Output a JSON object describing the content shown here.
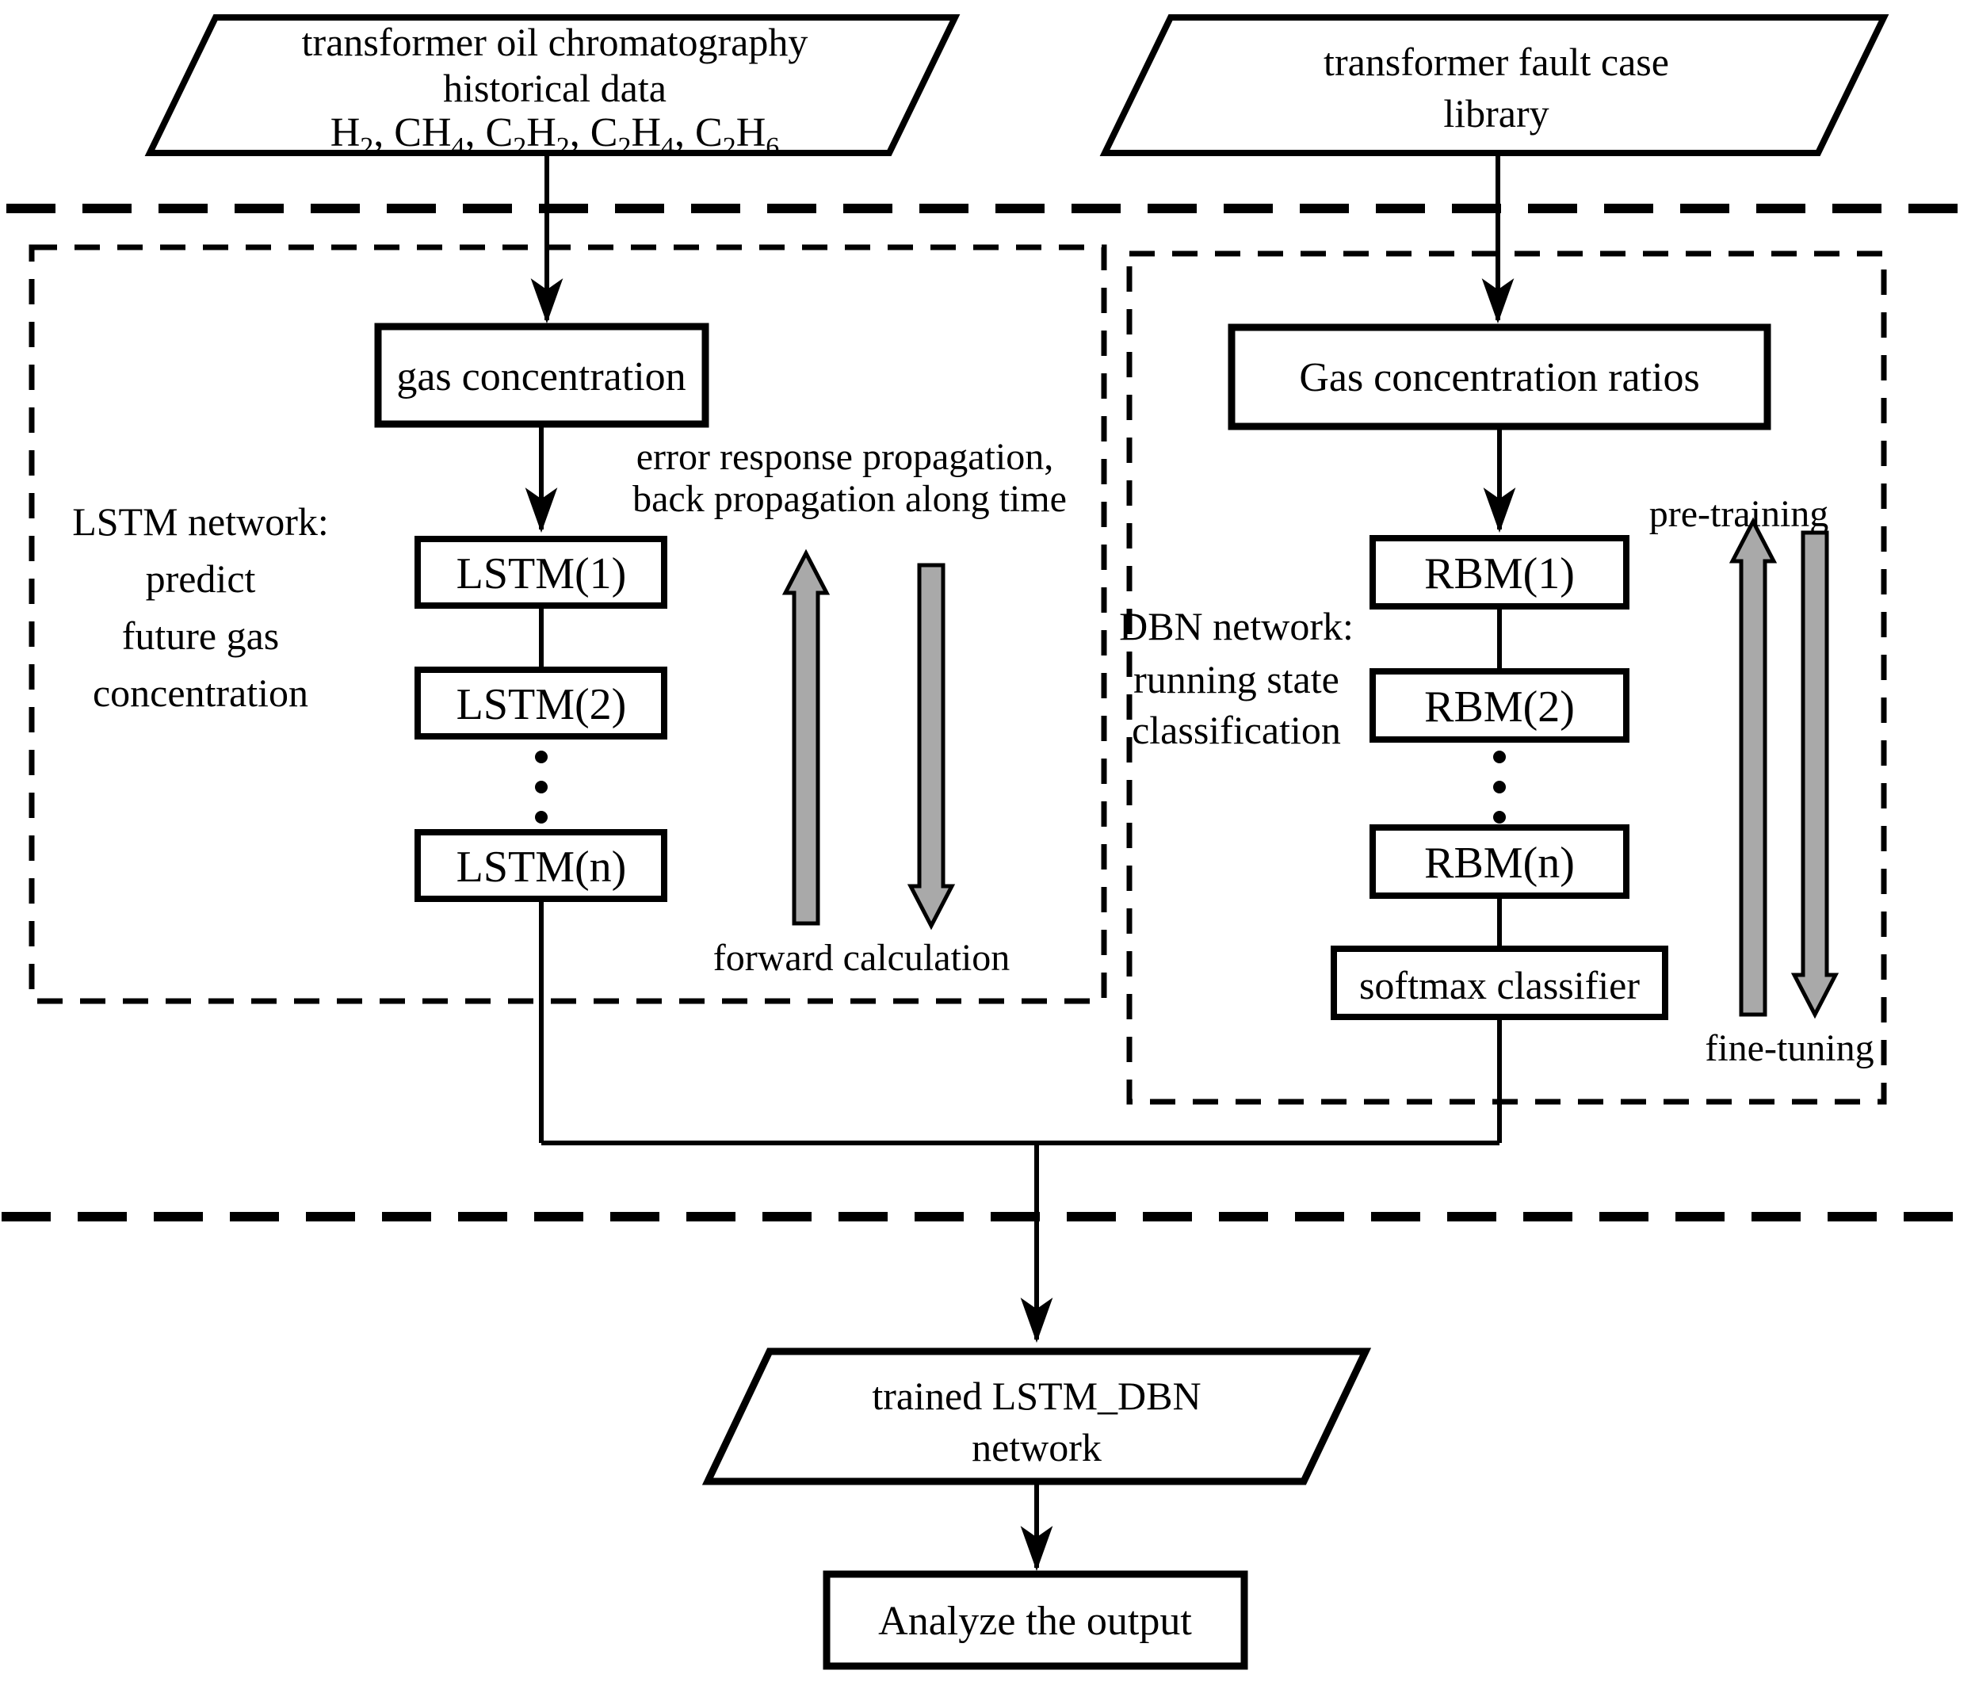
{
  "inputs": {
    "oil_history": {
      "line1": "transformer oil chromatography",
      "line2": "historical data",
      "gases": [
        {
          "t": "H",
          "s": "2"
        },
        {
          "t": ", CH",
          "s": "4"
        },
        {
          "t": ", C",
          "s": "2"
        },
        {
          "t": "H",
          "s": "2"
        },
        {
          "t": ", C",
          "s": "2"
        },
        {
          "t": "H",
          "s": "4"
        },
        {
          "t": ", C",
          "s": "2"
        },
        {
          "t": "H",
          "s": "6"
        }
      ]
    },
    "fault_library": {
      "line1": "transformer fault case",
      "line2": "library"
    }
  },
  "lstm_branch": {
    "side_label": {
      "line1": "LSTM network:",
      "line2": "predict",
      "line3": "future gas",
      "line4": "concentration"
    },
    "gas_concentration": "gas concentration",
    "layers": {
      "l1": "LSTM(1)",
      "l2": "LSTM(2)",
      "ln": "LSTM(n)"
    },
    "error_label": {
      "line1": "error response propagation,",
      "line2": "back propagation along time"
    },
    "forward_label": "forward calculation"
  },
  "dbn_branch": {
    "side_label": {
      "line1": "DBN network:",
      "line2": "running state",
      "line3": "classification"
    },
    "gas_ratios": "Gas concentration ratios",
    "layers": {
      "l1": "RBM(1)",
      "l2": "RBM(2)",
      "ln": "RBM(n)"
    },
    "softmax": "softmax classifier",
    "pretraining": "pre-training",
    "finetuning": "fine-tuning"
  },
  "outputs": {
    "trained": {
      "line1": "trained LSTM_DBN",
      "line2": "network"
    },
    "analyze": "Analyze the output"
  },
  "colors": {
    "ink": "#000000",
    "background": "#ffffff",
    "arrow_fill": "#a9a9a9"
  }
}
